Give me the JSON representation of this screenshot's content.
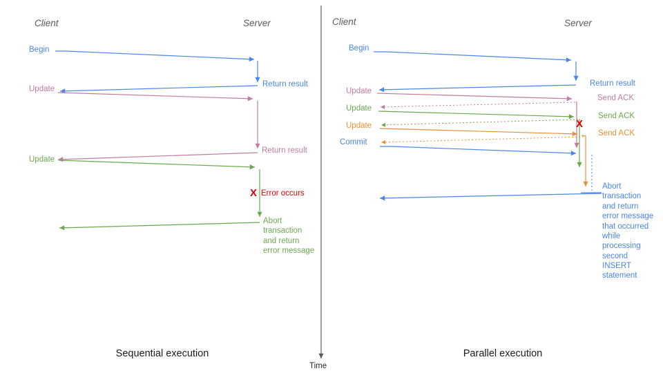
{
  "colors": {
    "blue": "#4a86e8",
    "pink": "#c27ba0",
    "green": "#6aa84f",
    "orange": "#e69138",
    "red": "#dd0000",
    "gray": "#595959"
  },
  "time_axis": {
    "label": "Time"
  },
  "left": {
    "client_header": "Client",
    "server_header": "Server",
    "begin": "Begin",
    "return_result_1": "Return result",
    "update_1": "Update",
    "return_result_2": "Return result",
    "update_2": "Update",
    "error_mark": "X",
    "error_label": "Error occurs",
    "abort_message": "Abort transaction and return error message",
    "caption": "Sequential execution"
  },
  "right": {
    "client_header": "Client",
    "server_header": "Server",
    "begin": "Begin",
    "return_result": "Return result",
    "update_1": "Update",
    "send_ack_1": "Send ACK",
    "update_2": "Update",
    "send_ack_2": "Send ACK",
    "update_3": "Update",
    "send_ack_3": "Send ACK",
    "commit": "Commit",
    "error_mark": "X",
    "abort_message": "Abort transaction and return error message that occurred while processing second INSERT statement",
    "caption": "Parallel execution"
  }
}
